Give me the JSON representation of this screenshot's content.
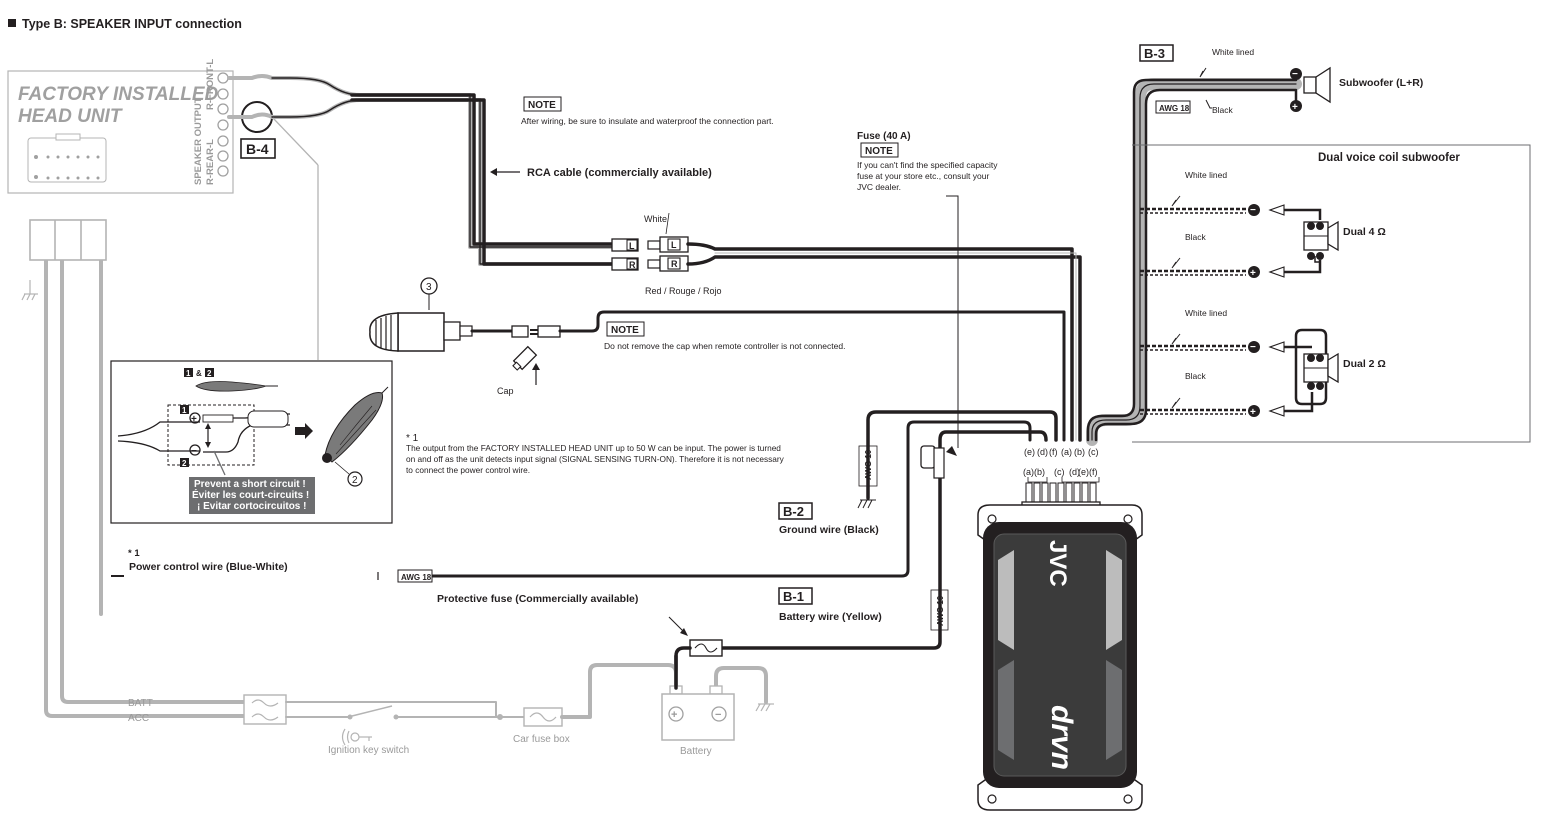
{
  "header": {
    "title": "Type B: SPEAKER INPUT connection"
  },
  "head_unit": {
    "title_line1": "FACTORY INSTALLED",
    "title_line2": "HEAD UNIT",
    "output_label": "SPEAKER OUTPUT",
    "ch_front": "R-FRONT-L",
    "ch_rear": "R-REAR-L"
  },
  "tags": {
    "b1": "B-1",
    "b2": "B-2",
    "b3": "B-3",
    "b4": "B-4"
  },
  "notes": {
    "note_label": "NOTE",
    "insulate": "After wiring, be sure to insulate and waterproof the connection part.",
    "fuse_title": "Fuse (40 A)",
    "fuse_note_1": "If you can't find the specified capacity",
    "fuse_note_2": "fuse at your store etc., consult your",
    "fuse_note_3": "JVC dealer.",
    "cap_note": "Do not remove the cap when remote controller is not connected."
  },
  "labels": {
    "rca_cable": "RCA cable (commercially available)",
    "white": "White",
    "red": "Red / Rouge / Rojo",
    "cap": "Cap",
    "ground_wire": "Ground wire (Black)",
    "battery_wire": "Battery wire (Yellow)",
    "protective_fuse": "Protective fuse (Commercially available)",
    "power_control_mark": "* 1",
    "power_control": "Power control wire (Blue-White)",
    "batt": "BATT",
    "acc": "ACC",
    "ignition": "Ignition key switch",
    "car_fuse_box": "Car fuse box",
    "battery": "Battery",
    "awg10": "AWG 10",
    "awg18": "AWG 18"
  },
  "footnote": {
    "mark": "* 1",
    "line1": "The output from the FACTORY INSTALLED HEAD UNIT up to 50 W can be input. The power is turned",
    "line2": "on and off as the unit detects input signal (SIGNAL SENSING TURN-ON). Therefore it is not necessary",
    "line3": "to connect the power control wire."
  },
  "inset": {
    "tag": "1 & 2",
    "n1": "1",
    "n2": "2",
    "warn1": "Prevent a short circuit !",
    "warn2": "Éviter les court-circuits !",
    "warn3": "¡ Evitar cortocircuitos !"
  },
  "callouts": {
    "c2": "2",
    "c3": "3"
  },
  "terminals": {
    "upper": [
      "(e)",
      "(d)",
      "(f)",
      "(a)",
      "(b)",
      "(c)"
    ],
    "lower": [
      "(a)",
      "(b)",
      "(c)",
      "(d)",
      "(e)",
      "(f)"
    ]
  },
  "subwoofer": {
    "white_lined": "White lined",
    "black": "Black",
    "label": "Subwoofer (L+R)"
  },
  "dual": {
    "title": "Dual voice coil subwoofer",
    "white_lined": "White lined",
    "black": "Black",
    "dual4": "Dual 4 Ω",
    "dual2": "Dual 2 Ω"
  },
  "amp": {
    "brand": "JVC",
    "series": "drvn"
  },
  "glyphs": {
    "plus": "+",
    "minus": "−",
    "L": "L",
    "R": "R",
    "ground": "///"
  },
  "colors": {
    "line": "#231f20",
    "grey": "#b4b4b4",
    "warning": "#6d6e70"
  }
}
